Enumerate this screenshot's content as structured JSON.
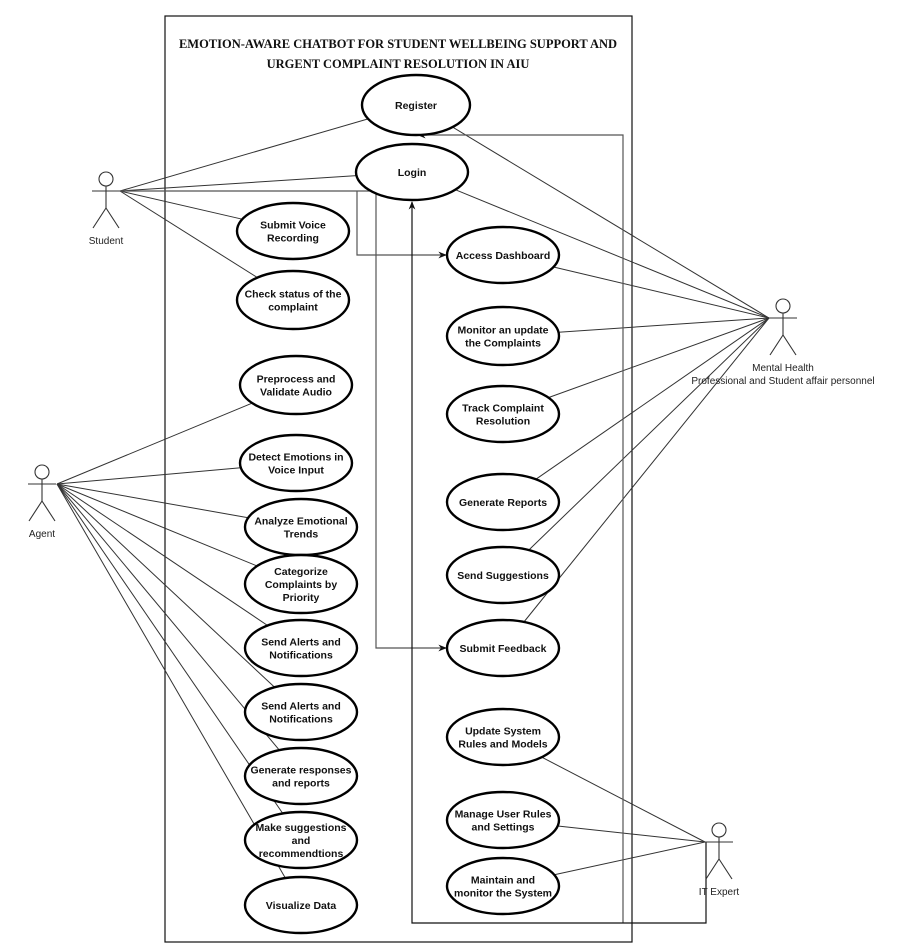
{
  "diagram": {
    "title_line1": "EMOTION-AWARE CHATBOT FOR STUDENT WELLBEING SUPPORT AND",
    "title_line2": "URGENT COMPLAINT RESOLUTION IN AIU",
    "actors": [
      {
        "id": "student",
        "label_lines": [
          "Student"
        ]
      },
      {
        "id": "agent",
        "label_lines": [
          "Agent"
        ]
      },
      {
        "id": "mental",
        "label_lines": [
          "Mental Health",
          "Professional and Student affair personnel"
        ]
      },
      {
        "id": "it",
        "label_lines": [
          "IT Expert"
        ]
      }
    ],
    "use_cases": [
      {
        "id": "register",
        "lines": [
          "Register"
        ]
      },
      {
        "id": "login",
        "lines": [
          "Login"
        ]
      },
      {
        "id": "submit_voice",
        "lines": [
          "Submit Voice",
          "Recording"
        ]
      },
      {
        "id": "check_status",
        "lines": [
          "Check status of the",
          "complaint"
        ]
      },
      {
        "id": "access_dashboard",
        "lines": [
          "Access Dashboard"
        ]
      },
      {
        "id": "monitor",
        "lines": [
          "Monitor an update",
          "the Complaints"
        ]
      },
      {
        "id": "preprocess",
        "lines": [
          "Preprocess and",
          "Validate Audio"
        ]
      },
      {
        "id": "track",
        "lines": [
          "Track Complaint",
          "Resolution"
        ]
      },
      {
        "id": "detect",
        "lines": [
          "Detect Emotions in",
          "Voice Input"
        ]
      },
      {
        "id": "gen_reports",
        "lines": [
          "Generate Reports"
        ]
      },
      {
        "id": "analyze",
        "lines": [
          "Analyze Emotional",
          "Trends"
        ]
      },
      {
        "id": "send_suggestions",
        "lines": [
          "Send Suggestions"
        ]
      },
      {
        "id": "categorize",
        "lines": [
          "Categorize",
          "Complaints by",
          "Priority"
        ]
      },
      {
        "id": "alerts1",
        "lines": [
          "Send Alerts and",
          "Notifications"
        ]
      },
      {
        "id": "submit_feedback",
        "lines": [
          "Submit Feedback"
        ]
      },
      {
        "id": "alerts2",
        "lines": [
          "Send Alerts and",
          "Notifications"
        ]
      },
      {
        "id": "update_system",
        "lines": [
          "Update System",
          "Rules and Models"
        ]
      },
      {
        "id": "gen_responses",
        "lines": [
          "Generate responses",
          "and reports"
        ]
      },
      {
        "id": "manage_user",
        "lines": [
          "Manage User Rules",
          "and Settings"
        ]
      },
      {
        "id": "make_suggestions",
        "lines": [
          "Make suggestions",
          "and",
          "recommendtions"
        ]
      },
      {
        "id": "maintain",
        "lines": [
          "Maintain and",
          "monitor the System"
        ]
      },
      {
        "id": "visualize",
        "lines": [
          "Visualize Data"
        ]
      }
    ],
    "associations": [
      [
        "student",
        "register"
      ],
      [
        "student",
        "login"
      ],
      [
        "student",
        "submit_voice"
      ],
      [
        "student",
        "check_status"
      ],
      [
        "agent",
        "preprocess"
      ],
      [
        "agent",
        "detect"
      ],
      [
        "agent",
        "analyze"
      ],
      [
        "agent",
        "categorize"
      ],
      [
        "agent",
        "alerts1"
      ],
      [
        "agent",
        "alerts2"
      ],
      [
        "agent",
        "gen_responses"
      ],
      [
        "agent",
        "make_suggestions"
      ],
      [
        "agent",
        "visualize"
      ],
      [
        "mental",
        "register"
      ],
      [
        "mental",
        "login"
      ],
      [
        "mental",
        "access_dashboard"
      ],
      [
        "mental",
        "monitor"
      ],
      [
        "mental",
        "track"
      ],
      [
        "mental",
        "gen_reports"
      ],
      [
        "mental",
        "send_suggestions"
      ],
      [
        "mental",
        "submit_feedback"
      ],
      [
        "it",
        "update_system"
      ],
      [
        "it",
        "manage_user"
      ],
      [
        "it",
        "maintain"
      ]
    ]
  }
}
